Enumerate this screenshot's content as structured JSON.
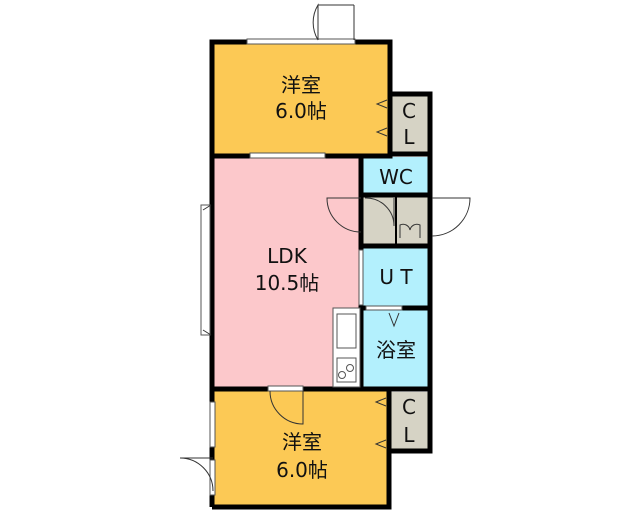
{
  "rooms": {
    "bedroom_top": {
      "name": "洋室",
      "size": "6.0帖"
    },
    "closet_top": {
      "c": "C",
      "l": "L"
    },
    "ldk": {
      "name": "LDK",
      "size": "10.5帖"
    },
    "wc": {
      "name": "WC"
    },
    "ut": {
      "name": "U T"
    },
    "bath": {
      "name": "浴室"
    },
    "bedroom_bottom": {
      "name": "洋室",
      "size": "6.0帖"
    },
    "closet_bottom": {
      "c": "C",
      "l": "L"
    }
  },
  "colors": {
    "bedroom": "#fcc955",
    "ldk": "#fcc8cb",
    "wet": "#b3f0fd",
    "closet": "#d6d3c5",
    "wall": "#000000"
  }
}
